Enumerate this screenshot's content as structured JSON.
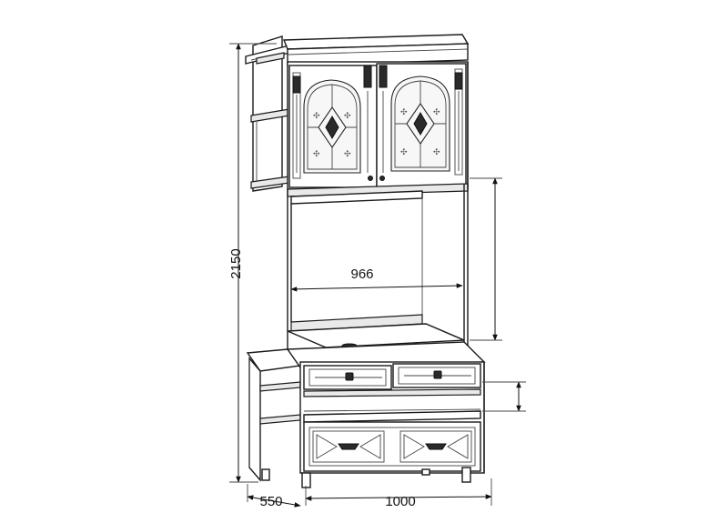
{
  "dimensions": {
    "height": "2150",
    "inner_width": "966",
    "depth": "550",
    "width": "1000"
  }
}
